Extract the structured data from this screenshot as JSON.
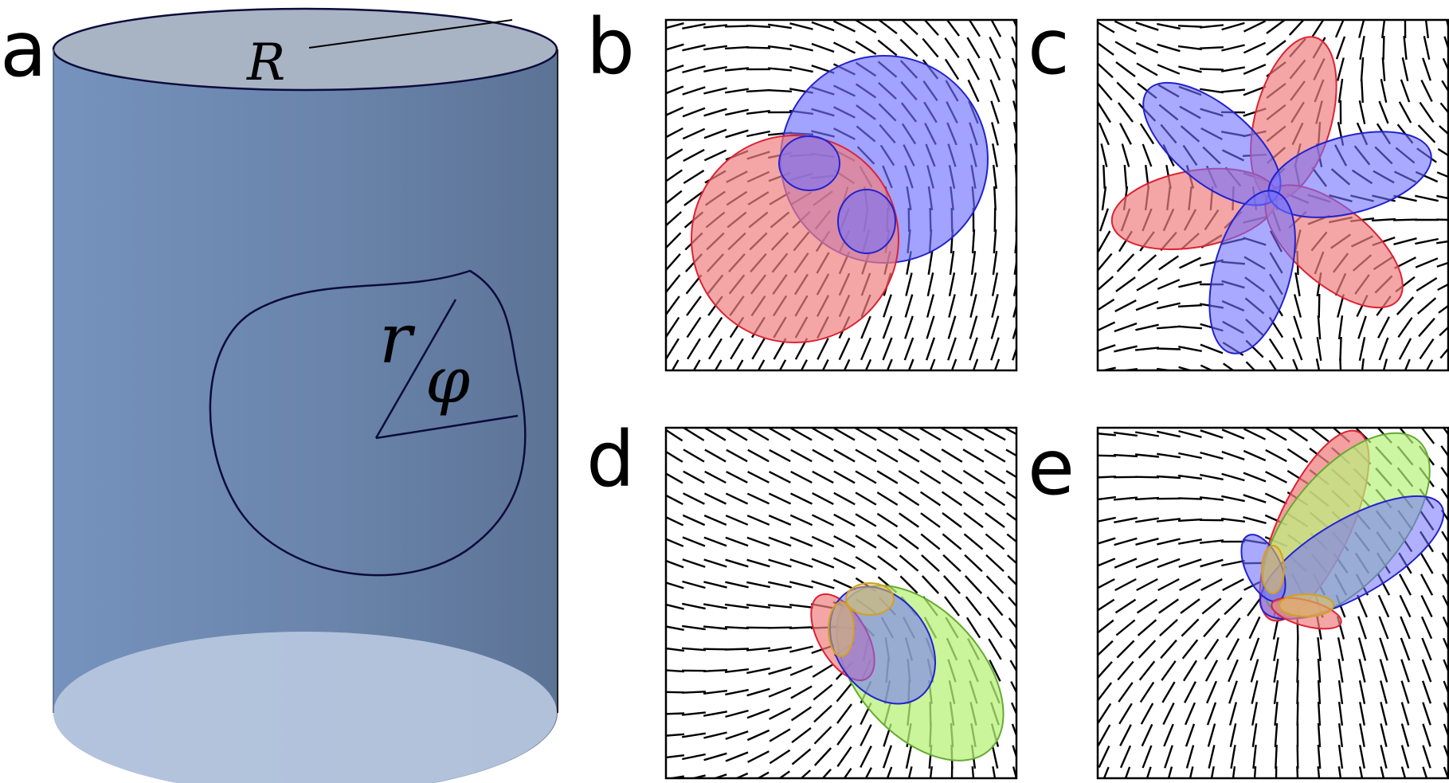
{
  "panel_labels": [
    "a",
    "b",
    "c",
    "d",
    "e"
  ],
  "cylinder": {
    "outer_radius_symbol": "R",
    "inner_radius_symbol": "r",
    "angle_symbol": "φ",
    "colors": {
      "body": "#6b86ad",
      "top": "#a8b3c4",
      "bottom": "#b9c8e0",
      "outline": "#0b0b3a"
    }
  },
  "colors": {
    "red": "#f08080",
    "blue": "#7070ff",
    "green": "#b8f27a",
    "yellow": "#e0c060",
    "red_edge": "#dd2233",
    "blue_edge": "#2222cc",
    "green_edge": "#66aa33",
    "yellow_edge": "#d4a020"
  }
}
